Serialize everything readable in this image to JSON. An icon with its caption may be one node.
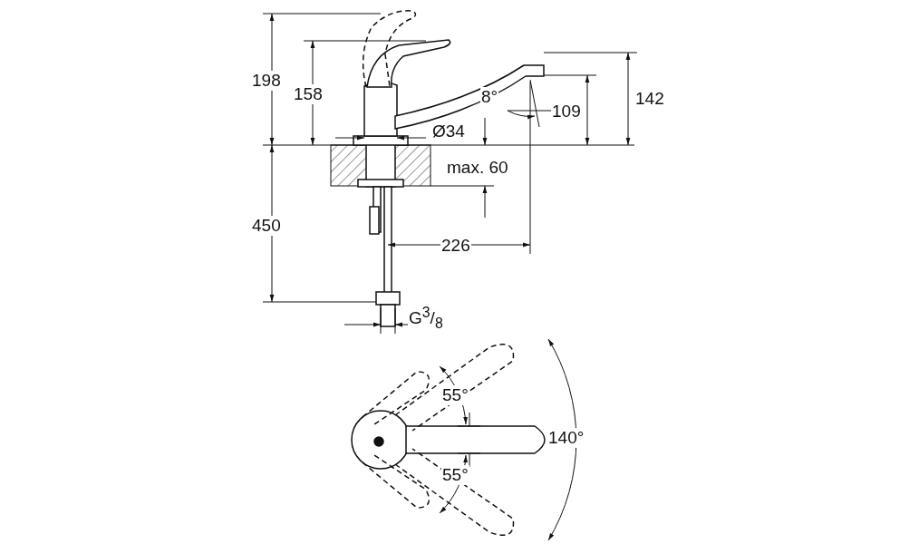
{
  "diagram": {
    "labels": [
      "198",
      "158",
      "142",
      "109",
      "8°",
      "Ø34",
      "max. 60",
      "450",
      "226",
      "G$^{3}$/$_{8}$",
      "55°",
      "140°",
      "55°"
    ]
  }
}
